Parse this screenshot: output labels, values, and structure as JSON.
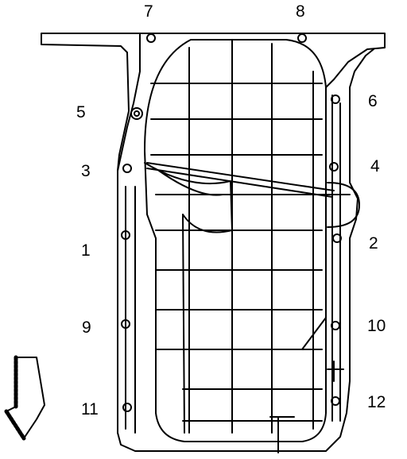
{
  "diagram": {
    "bolt_labels": {
      "b7": "7",
      "b8": "8",
      "b5": "5",
      "b6": "6",
      "b3": "3",
      "b4": "4",
      "b1": "1",
      "b2": "2",
      "b9": "9",
      "b10": "10",
      "b11": "11",
      "b12": "12"
    },
    "line_color": "#000000",
    "background_color": "#ffffff",
    "front_arrow_icon": "front-direction-arrow-icon"
  }
}
